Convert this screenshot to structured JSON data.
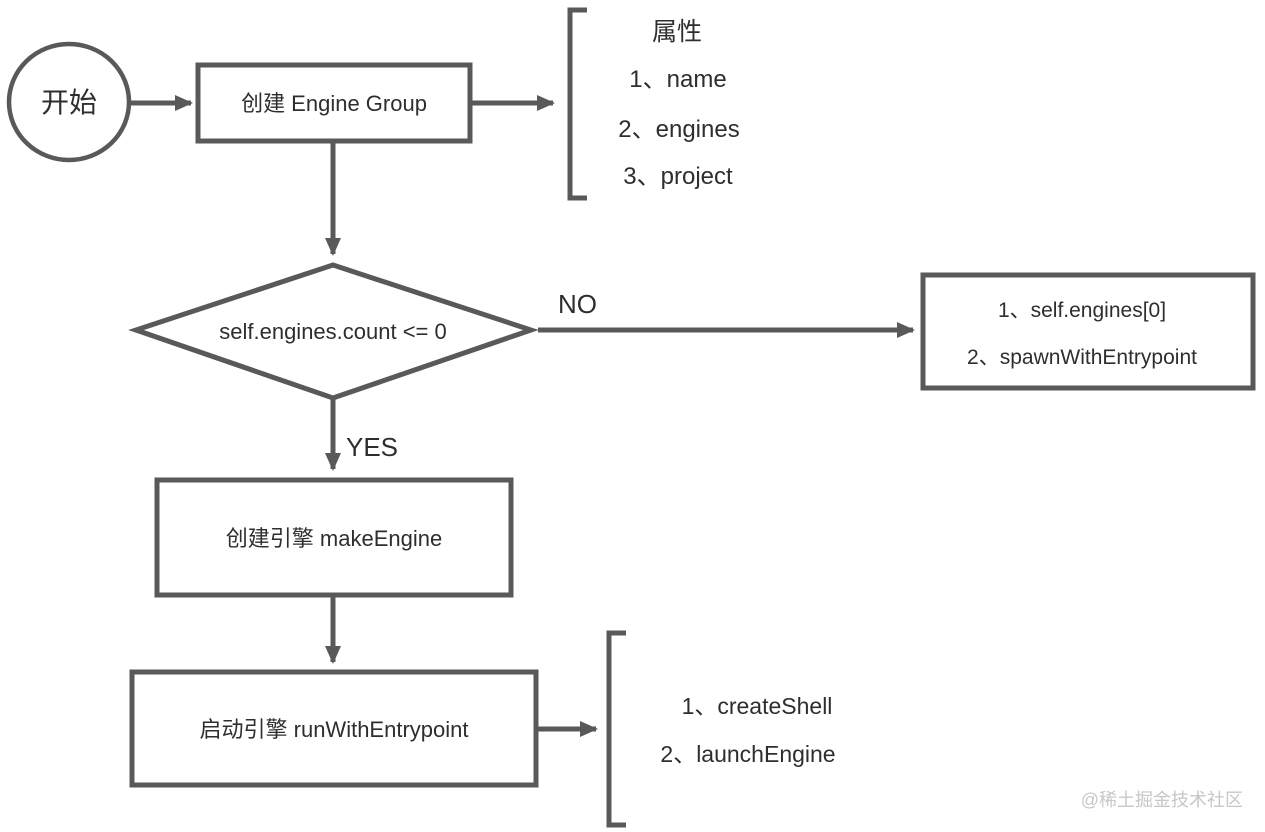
{
  "colors": {
    "stroke": "#595959",
    "text": "#2e2e2e",
    "watermark": "#c7c7c7",
    "background": "#ffffff"
  },
  "flowchart": {
    "start": {
      "label": "开始"
    },
    "create_engine_group": {
      "label": "创建 Engine Group"
    },
    "properties": {
      "title": "属性",
      "items": [
        "1、name",
        "2、engines",
        "3、project"
      ]
    },
    "decision": {
      "label": "self.engines.count <= 0"
    },
    "edges": {
      "no": "NO",
      "yes": "YES"
    },
    "existing_engine_steps": {
      "items": [
        "1、self.engines[0]",
        "2、spawnWithEntrypoint"
      ]
    },
    "make_engine": {
      "label": "创建引擎 makeEngine"
    },
    "run_engine": {
      "label": "启动引擎 runWithEntrypoint"
    },
    "run_engine_steps": {
      "items": [
        "1、createShell",
        "2、launchEngine"
      ]
    },
    "watermark": "@稀土掘金技术社区"
  }
}
